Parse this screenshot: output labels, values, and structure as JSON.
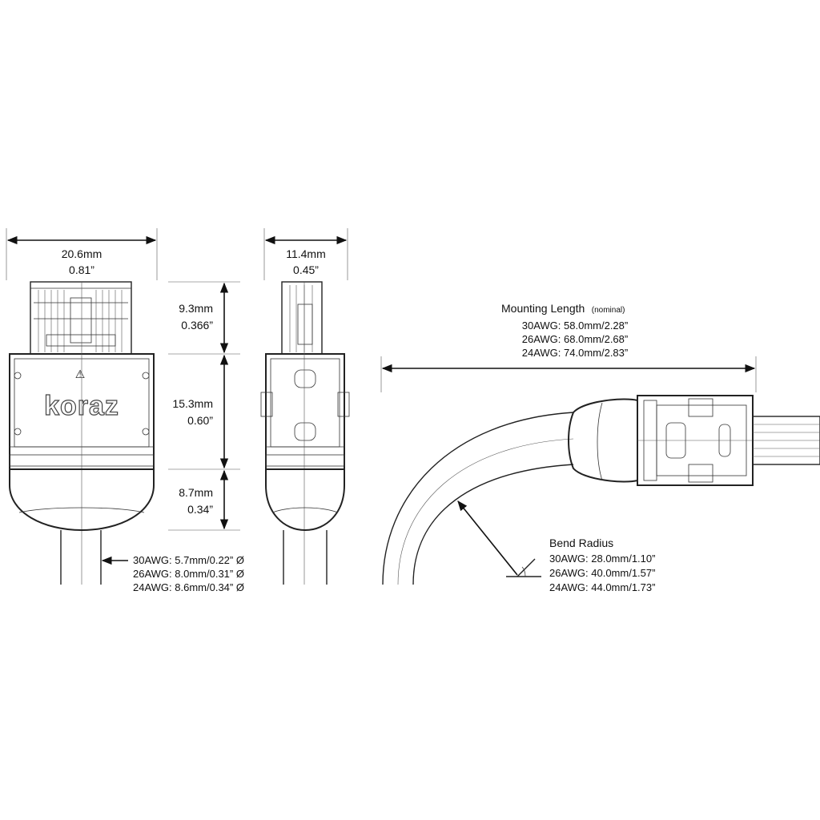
{
  "front_view": {
    "width_mm": "20.6mm",
    "width_in": "0.81”",
    "logo": "koraz",
    "warning_symbol": "⚠"
  },
  "side_view": {
    "width_mm": "11.4mm",
    "width_in": "0.45”"
  },
  "height_dims": [
    {
      "mm": "9.3mm",
      "in": "0.366”"
    },
    {
      "mm": "15.3mm",
      "in": "0.60”"
    },
    {
      "mm": "8.7mm",
      "in": "0.34”"
    }
  ],
  "cable_diameter": [
    "30AWG: 5.7mm/0.22” Ø",
    "26AWG: 8.0mm/0.31” Ø",
    "24AWG: 8.6mm/0.34” Ø"
  ],
  "mounting_length": {
    "title": "Mounting Length",
    "note": "(nominal)",
    "rows": [
      "30AWG: 58.0mm/2.28”",
      "26AWG: 68.0mm/2.68”",
      "24AWG: 74.0mm/2.83”"
    ]
  },
  "bend_radius": {
    "title": "Bend Radius",
    "rows": [
      "30AWG: 28.0mm/1.10”",
      "26AWG: 40.0mm/1.57”",
      "24AWG: 44.0mm/1.73”"
    ]
  }
}
